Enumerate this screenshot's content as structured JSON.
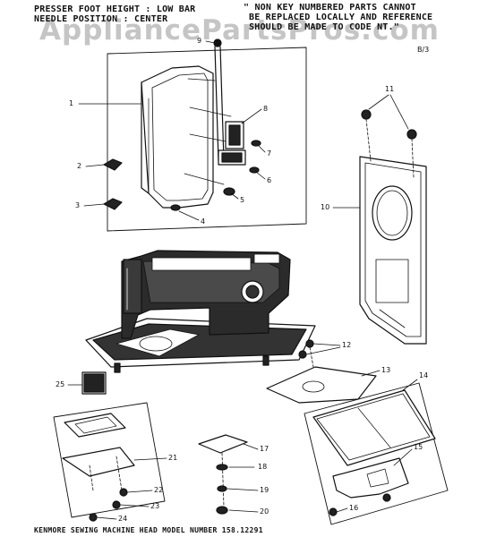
{
  "header": {
    "presser_foot": "PRESSER FOOT HEIGHT : LOW BAR",
    "needle_position": "NEEDLE POSITION : CENTER",
    "note_line1": "\" NON KEY NUMBERED PARTS CANNOT",
    "note_line2": "BE REPLACED LOCALLY AND REFERENCE",
    "note_line3": "SHOULD BE MADE TO CODE NT.\"",
    "page_ref": "B/3"
  },
  "watermark": "AppliancePartsPros.com",
  "callouts": {
    "c1": "1",
    "c2": "2",
    "c3": "3",
    "c4": "4",
    "c5": "5",
    "c6": "6",
    "c7": "7",
    "c8": "8",
    "c9": "9",
    "c10": "10",
    "c11": "11",
    "c12": "12",
    "c13": "13",
    "c14": "14",
    "c15": "15",
    "c16": "16",
    "c17": "17",
    "c18": "18",
    "c19": "19",
    "c20": "20",
    "c21": "21",
    "c22": "22",
    "c23": "23",
    "c24": "24",
    "c25": "25"
  },
  "footer": "KENMORE SEWING MACHINE HEAD MODEL NUMBER 158.12291"
}
